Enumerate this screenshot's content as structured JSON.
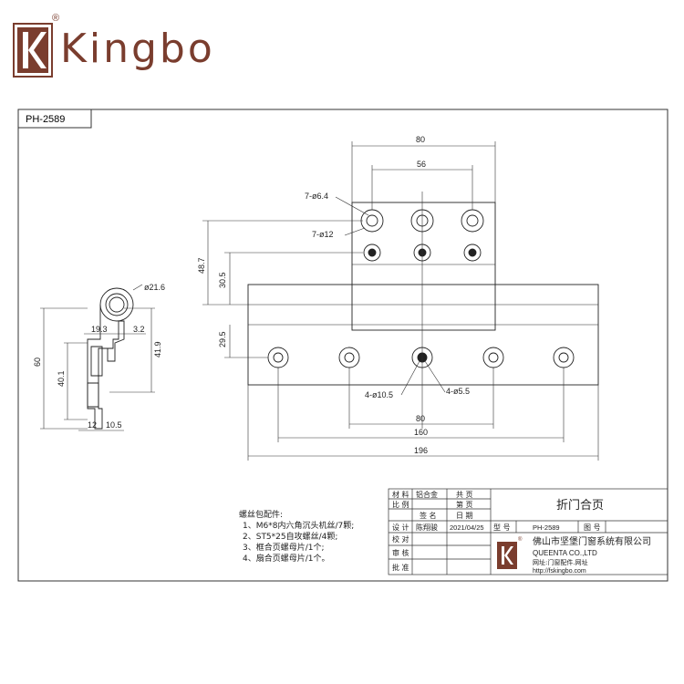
{
  "brand": {
    "name": "Kingbo",
    "registered": "®",
    "accent": "#7a3d2e"
  },
  "model_code": "PH-2589",
  "dimensions": {
    "top_width": "80",
    "hole_spacing_top": "56",
    "hole_small_label": "7-ø6.4",
    "hole_large_label": "7-ø12",
    "height_left": "48.7",
    "height_mid": "30.5",
    "height_lower": "29.5",
    "bottom_hole_large": "4-ø10.5",
    "bottom_hole_small": "4-ø5.5",
    "bottom_span_80": "80",
    "bottom_span_160": "160",
    "overall_width": "196",
    "side_pin_dia": "ø21.6",
    "side_19_3": "19.3",
    "side_3_2": "3.2",
    "side_60": "60",
    "side_41_9": "41.9",
    "side_40_1": "40.1",
    "side_12": "12",
    "side_10_5": "10.5"
  },
  "notes": {
    "heading": "螺丝包配件:",
    "lines": [
      "1、M6*8内六角沉头机丝/7颗;",
      "2、ST5*25自攻螺丝/4颗;",
      "3、框合页螺母片/1个;",
      "4、扇合页螺母片/1个。"
    ]
  },
  "title_block": {
    "material_label": "材 料",
    "material_value": "铝合金",
    "total_pages_label": "共   页",
    "scale_label": "比 例",
    "page_label": "第   页",
    "sign_label": "签 名",
    "date_label": "日 期",
    "design_label": "设 计",
    "designer": "陈翔骏",
    "design_date": "2021/04/25",
    "model_label": "型 号",
    "model_value": "PH-2589",
    "drawing_no_label": "图 号",
    "check_label": "校 对",
    "review_label": "审 核",
    "approve_label": "批 准",
    "part_title": "折门合页",
    "company_cn": "佛山市坚堡门窗系统有限公司",
    "company_en": "QUEENTA CO.,LTD",
    "website_line": "网址:门窗配件.网址",
    "website_url": "http://fskingbo.com"
  }
}
